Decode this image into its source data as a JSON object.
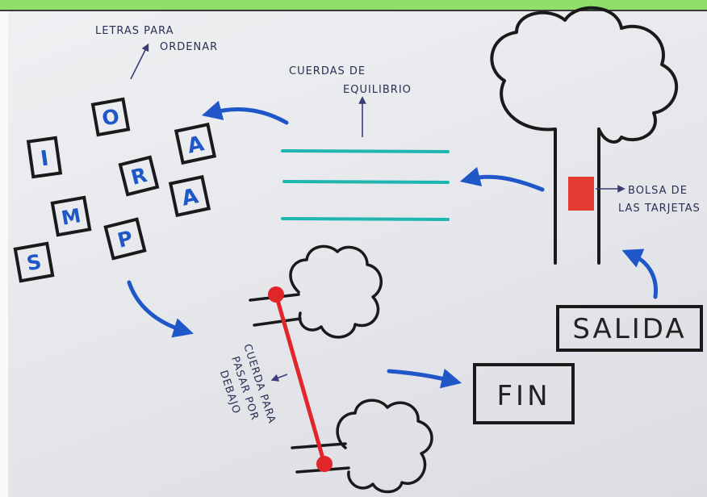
{
  "labels": {
    "letras_line1": "LETRAS PARA",
    "letras_line2": "ORDENAR",
    "cuerdas_line1": "CUERDAS DE",
    "cuerdas_line2": "EQUILIBRIO",
    "bolsa_line1": "BOLSA DE",
    "bolsa_line2": "LAS TARJETAS",
    "cuerda_pasar": [
      "CUERDA PARA",
      "PASAR POR",
      "DEBAJO"
    ]
  },
  "boxes": {
    "salida": "SALIDA",
    "fin": "FIN"
  },
  "letters": [
    "I",
    "O",
    "A",
    "R",
    "M",
    "A",
    "S",
    "P"
  ],
  "colors": {
    "accent_blue": "#1f57c8",
    "rope_teal": "#1fb5b0",
    "rope_red": "#e0262b",
    "bag_red": "#e53a31",
    "ink": "#1a1a1a"
  },
  "icons": [
    "tree-icon",
    "bush-icon",
    "arrow-icon",
    "bag-icon"
  ]
}
